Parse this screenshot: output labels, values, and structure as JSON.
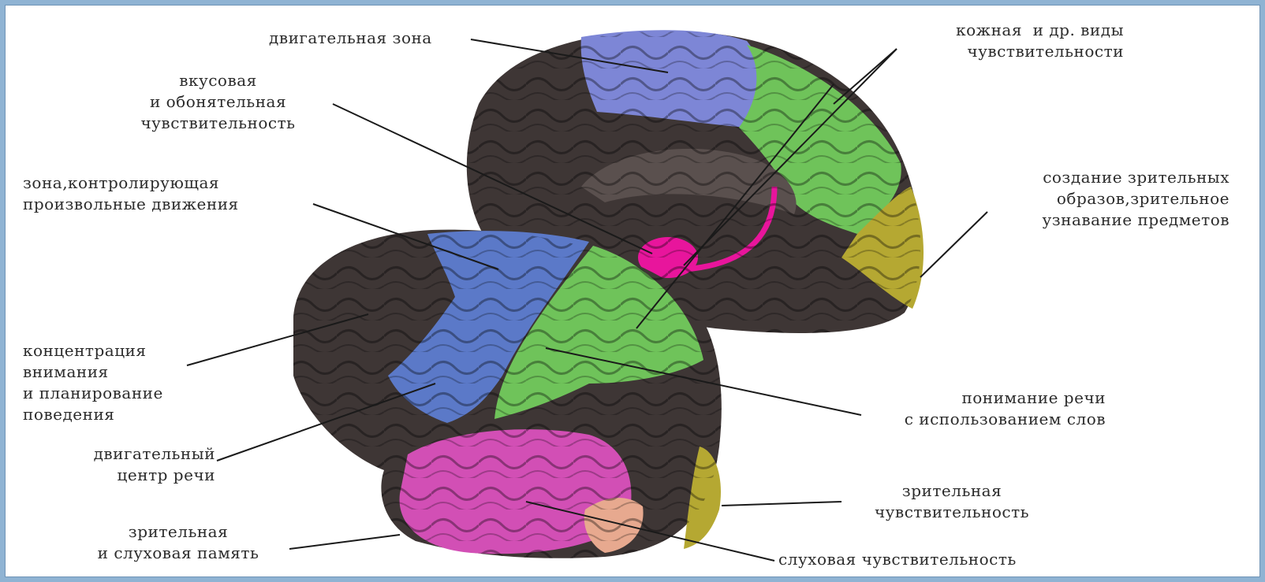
{
  "labels": {
    "motor_zone": "двигательная зона",
    "skin_sensitivity": "кожная  и др. виды\nчувствительности",
    "taste_smell": "вкусовая\nи обонятельная\nчувствительность",
    "voluntary_movement": "зона,контролирующая\nпроизвольные движения",
    "visual_images": "создание зрительных\nобразов,зрительное\nузнавание предметов",
    "attention_planning": "концентрация\nвнимания\nи планирование\nповедения",
    "speech_understanding": "понимание речи\nс использованием слов",
    "motor_speech": "двигательный\nцентр речи",
    "visual_sensitivity": "зрительная\nчувствительность",
    "memory": "зрительная\nи слуховая память",
    "auditory_sensitivity": "слуховая чувствительность"
  },
  "colors": {
    "cortex_dark": "#3e3635",
    "motor": "#5b79c8",
    "motor_upper": "#7d86d6",
    "sensory": "#6fc35a",
    "visual": "#b5a832",
    "auditory": "#d24fb5",
    "olfactory": "#e8159c",
    "peach": "#e7a98f"
  }
}
